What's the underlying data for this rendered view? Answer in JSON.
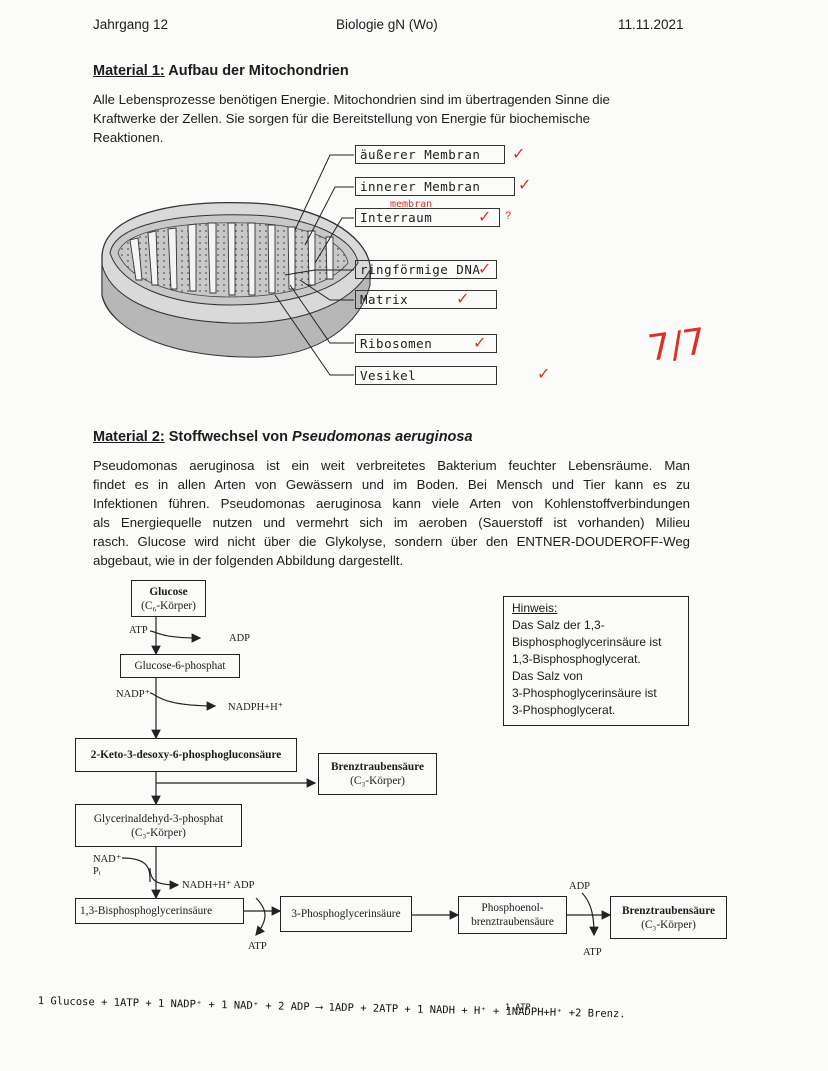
{
  "header": {
    "left": "Jahrgang 12",
    "center": "Biologie gN (Wo)",
    "right": "11.11.2021"
  },
  "material1": {
    "label": "Material 1:",
    "title": "Aufbau der Mitochondrien",
    "lines": [
      "Alle Lebensprozesse benötigen Energie. Mitochondrien sind im übertragenden Sinne die",
      "Kraftwerke der Zellen. Sie sorgen für die Bereitstellung von Energie für biochemische",
      "Reaktionen."
    ],
    "labels": [
      {
        "text": "äußerer Membran",
        "check": "✓"
      },
      {
        "text": "innerer Membran",
        "check": "✓"
      },
      {
        "text": "Interraum",
        "note": "membran",
        "check": "✓",
        "mark": "?"
      },
      {
        "text": "ringförmige DNA",
        "check": "✓"
      },
      {
        "text": "Matrix",
        "check": "✓"
      },
      {
        "text": "Ribosomen",
        "check": "✓"
      },
      {
        "text": "Vesikel",
        "check": "✓"
      }
    ],
    "score": "7/7"
  },
  "material2": {
    "label": "Material 2:",
    "title_prefix": "Stoffwechsel von ",
    "title_italic": "Pseudomonas aeruginosa",
    "lines": [
      "Pseudomonas aeruginosa ist ein weit verbreitetes Bakterium feuchter Lebensräume. Man",
      "findet es in allen Arten von Gewässern und im Boden. Bei Mensch und Tier kann es zu",
      "Infektionen führen. Pseudomonas aeruginosa kann viele Arten von Kohlenstoffverbindungen",
      "als Energiequelle nutzen und vermehrt sich im aeroben (Sauerstoff ist vorhanden) Milieu",
      "rasch. Glucose wird nicht über die Glykolyse, sondern über den ENTNER-DOUDEROFF-Weg",
      "abgebaut, wie in der folgenden Abbildung dargestellt."
    ]
  },
  "pathway": {
    "glucose": "Glucose",
    "glucose_sub": "(C₆-Körper)",
    "atp": "ATP",
    "adp": "ADP",
    "g6p": "Glucose-6-phosphat",
    "nadp": "NADP⁺",
    "nadph": "NADPH+H⁺",
    "kdpg": "2-Keto-3-desoxy-6-phosphogluconsäure",
    "pyruvate": "Brenztraubensäure",
    "pyruvate_sub": "(C₃-Körper)",
    "gap": "Glycerinaldehyd-3-phosphat",
    "gap_sub": "(C₃-Körper)",
    "nad": "NAD⁺",
    "pi": "Pᵢ",
    "nadh_adp": "NADH+H⁺ ADP",
    "bpg": "1,3-Bisphosphoglycerinsäure",
    "atp_out": "ATP",
    "pg3": "3-Phosphoglycerinsäure",
    "pep1": "Phosphoenol-",
    "pep2": "brenztraubensäure",
    "adp2": "ADP",
    "atp2": "ATP",
    "pyruvate2": "Brenztraubensäure",
    "pyruvate2_sub": "(C₃-Körper)"
  },
  "hint": {
    "title": "Hinweis:",
    "lines": [
      "Das Salz der 1,3-",
      "Bisphosphoglycerinsäure ist",
      "1,3-Bisphosphoglycerat.",
      "Das Salz von",
      "3-Phosphoglycerinsäure ist",
      "3-Phosphoglycerat."
    ]
  },
  "equation": {
    "text": "1 Glucose + 1ATP + 1 NADP⁺ + 1 NAD⁺ + 2 ADP ⟶ 1ADP + 2ATP + 1 NADH + H⁺ + 1NADPH+H⁺ +2 Brenz.",
    "above": "1 ATP"
  }
}
